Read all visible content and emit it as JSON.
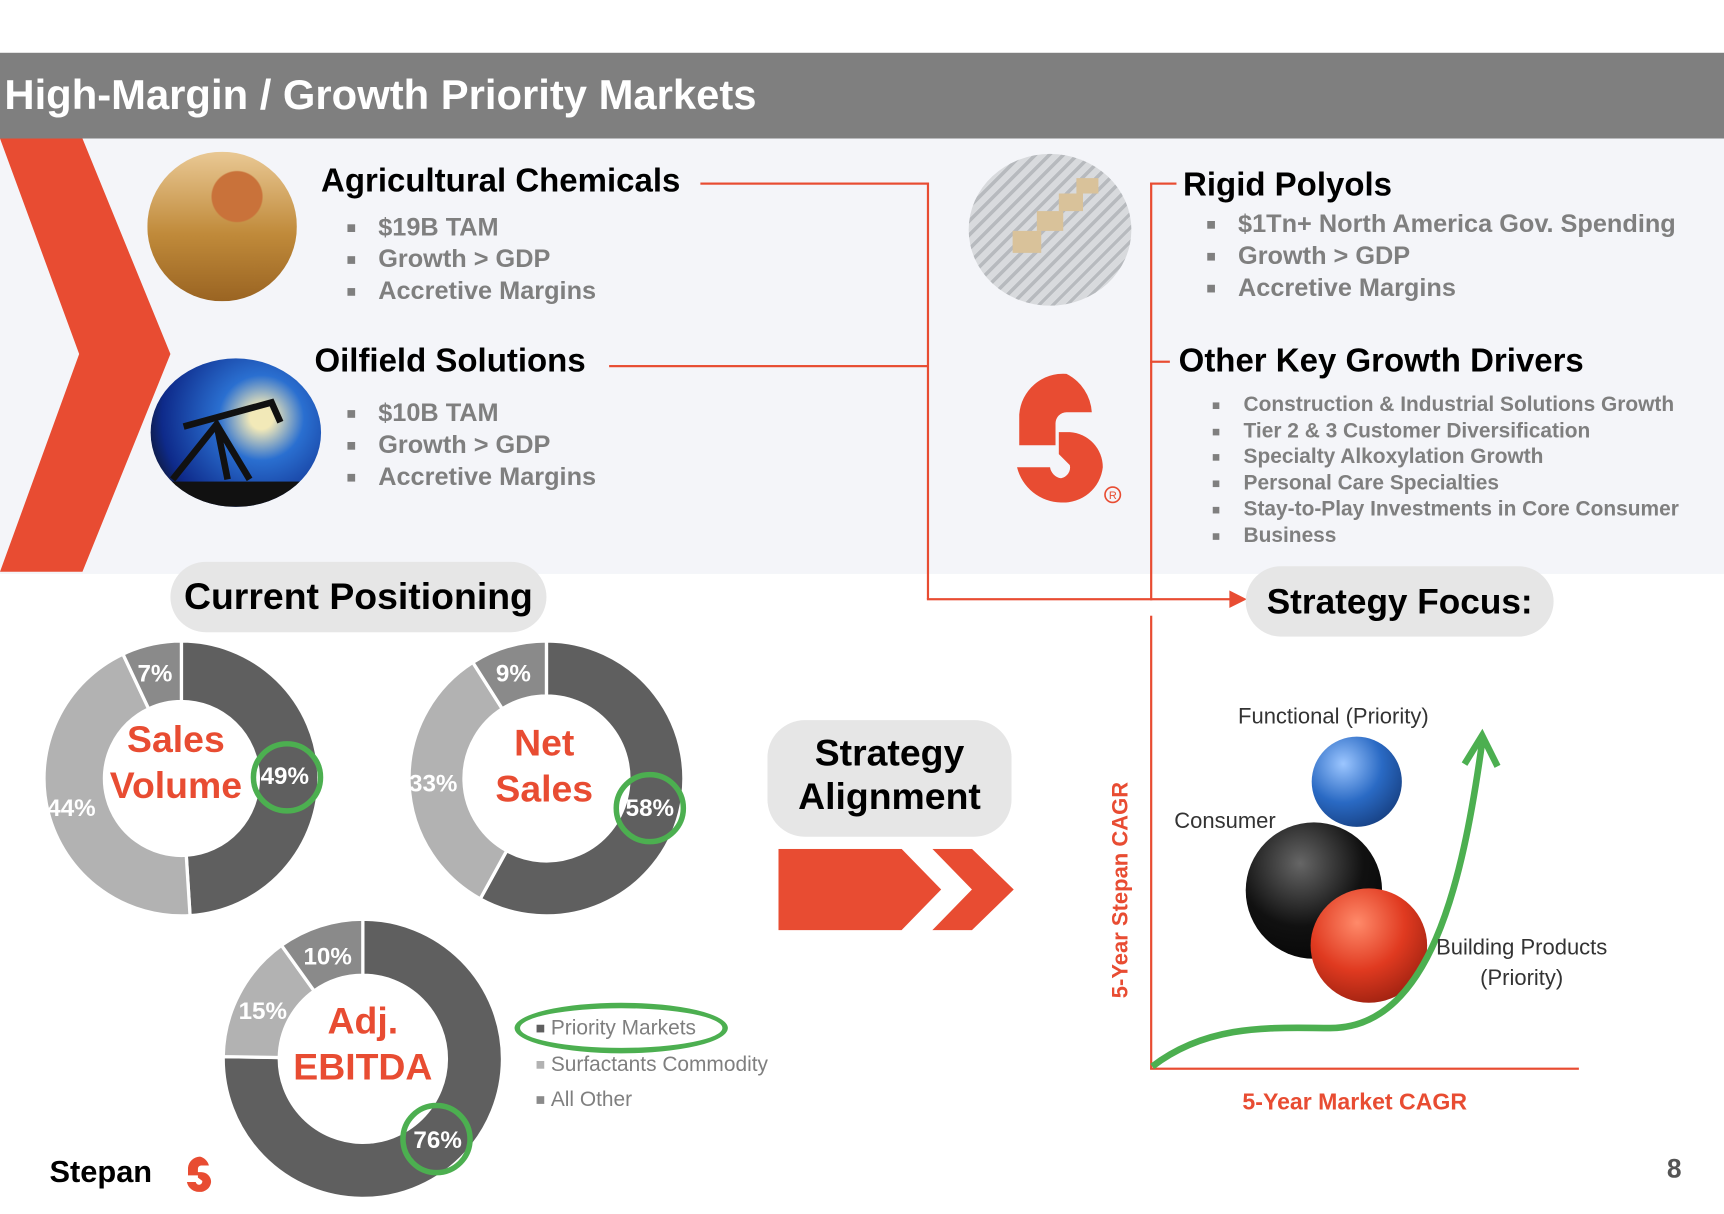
{
  "header": {
    "title": "High-Margin / Growth Priority Markets"
  },
  "markets": [
    {
      "title": "Agricultural Chemicals",
      "bullets": [
        "$19B TAM",
        "Growth > GDP",
        "Accretive Margins"
      ]
    },
    {
      "title": "Oilfield Solutions",
      "bullets": [
        "$10B TAM",
        "Growth > GDP",
        "Accretive Margins"
      ]
    },
    {
      "title": "Rigid Polyols",
      "bullets": [
        "$1Tn+ North America Gov. Spending",
        "Growth > GDP",
        "Accretive Margins"
      ]
    },
    {
      "title": "Other Key Growth Drivers",
      "bullets": [
        "Construction & Industrial Solutions Growth",
        "Tier 2 & 3 Customer Diversification",
        "Specialty Alkoxylation Growth",
        "Personal Care Specialties",
        "Stay-to-Play Investments in Core Consumer",
        "Business"
      ]
    }
  ],
  "positioning": {
    "title": "Current Positioning"
  },
  "alignment": {
    "line1": "Strategy",
    "line2": "Alignment"
  },
  "strategy": {
    "title": "Strategy Focus:",
    "ylabel": "5-Year Stepan CAGR",
    "xlabel": "5-Year Market CAGR",
    "bubbles": {
      "functional": "Functional (Priority)",
      "consumer": "Consumer",
      "building1": "Building Products",
      "building2": "(Priority)"
    }
  },
  "chart_data": [
    {
      "type": "pie",
      "title": "Sales Volume",
      "title_lines": [
        "Sales",
        "Volume"
      ],
      "categories": [
        "Priority Markets",
        "Surfactants Commodity",
        "All Other"
      ],
      "values": [
        49,
        44,
        7
      ],
      "labels": [
        "49%",
        "44%",
        "7%"
      ]
    },
    {
      "type": "pie",
      "title": "Net Sales",
      "title_lines": [
        "Net",
        "Sales"
      ],
      "categories": [
        "Priority Markets",
        "Surfactants Commodity",
        "All Other"
      ],
      "values": [
        58,
        33,
        9
      ],
      "labels": [
        "58%",
        "33%",
        "9%"
      ]
    },
    {
      "type": "pie",
      "title": "Adj. EBITDA",
      "title_lines": [
        "Adj.",
        "EBITDA"
      ],
      "categories": [
        "Priority Markets",
        "Surfactants Commodity",
        "All Other"
      ],
      "values": [
        76,
        15,
        10
      ],
      "labels": [
        "76%",
        "15%",
        "10%"
      ]
    }
  ],
  "legend": [
    "Priority Markets",
    "Surfactants Commodity",
    "All Other"
  ],
  "colors": {
    "priority": "#5f5f5f",
    "surfactants": "#b2b2b2",
    "other": "#8a8a8a",
    "accent": "#e84c32",
    "highlight": "#4caf50"
  },
  "footer": {
    "brand": "Stepan",
    "page": "8"
  }
}
